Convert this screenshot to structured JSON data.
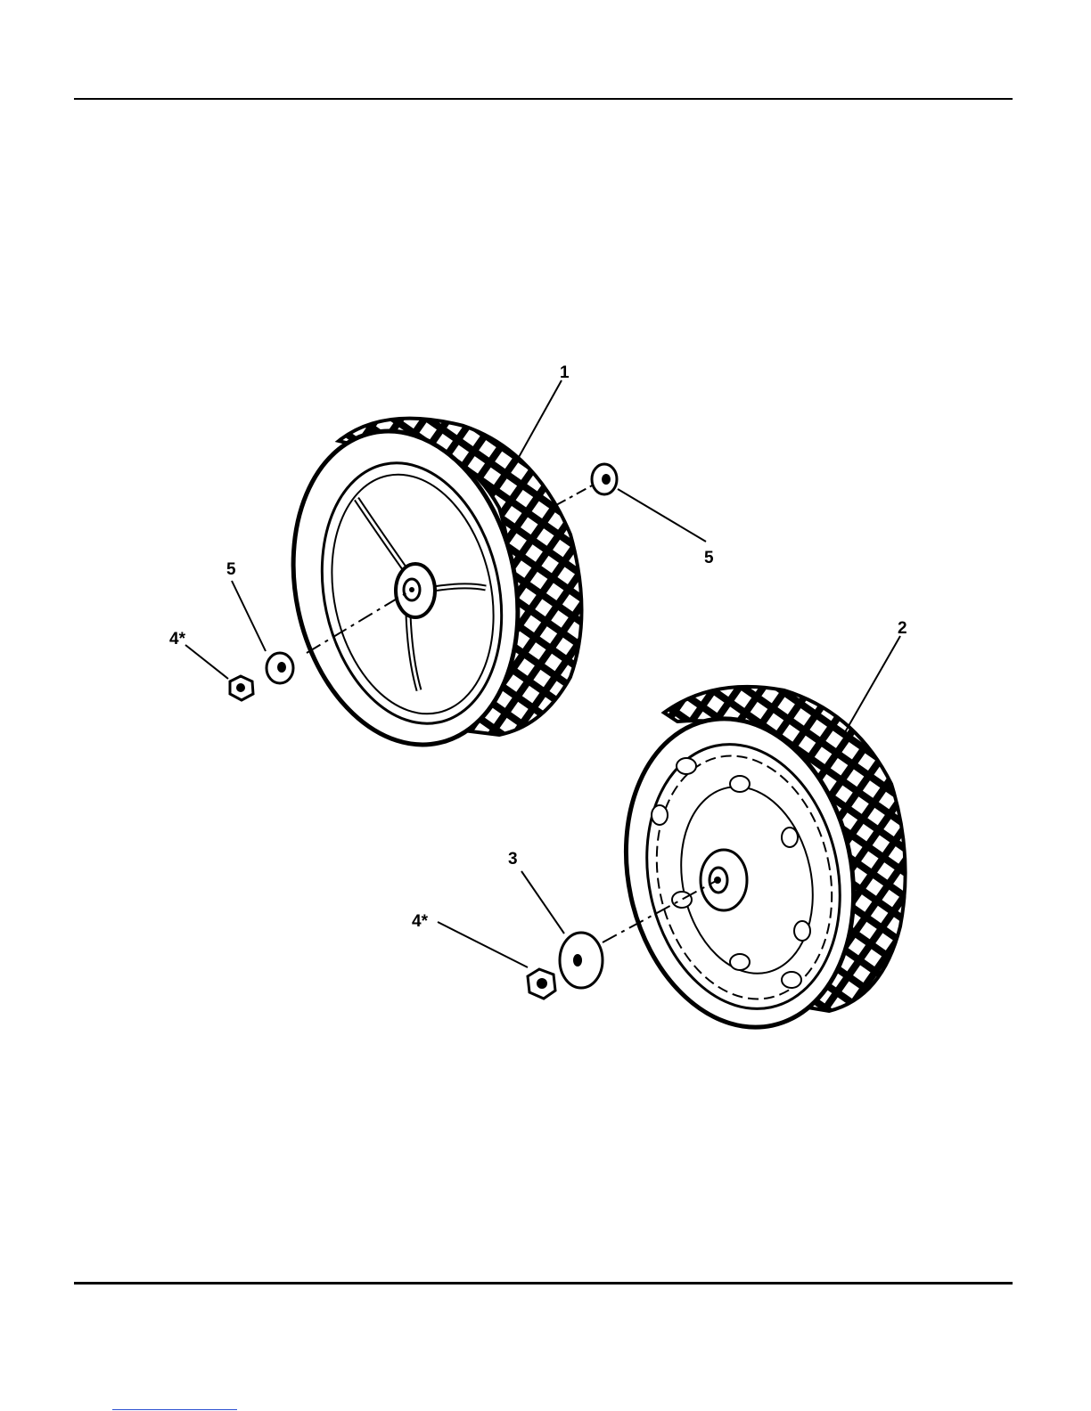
{
  "callouts": {
    "c1": "1",
    "c2": "2",
    "c3": "3",
    "c4a": "4*",
    "c4b": "4*",
    "c5a": "5",
    "c5b": "5"
  },
  "parts": [
    {
      "ref": "1",
      "icon": "spoked-wheel-icon"
    },
    {
      "ref": "2",
      "icon": "disc-wheel-icon"
    },
    {
      "ref": "3",
      "icon": "flat-washer-icon"
    },
    {
      "ref": "4*",
      "icon": "hex-nut-icon"
    },
    {
      "ref": "5",
      "icon": "spacer-washer-icon"
    }
  ],
  "colors": {
    "ink": "#000000",
    "link": "#2a4fd0"
  }
}
